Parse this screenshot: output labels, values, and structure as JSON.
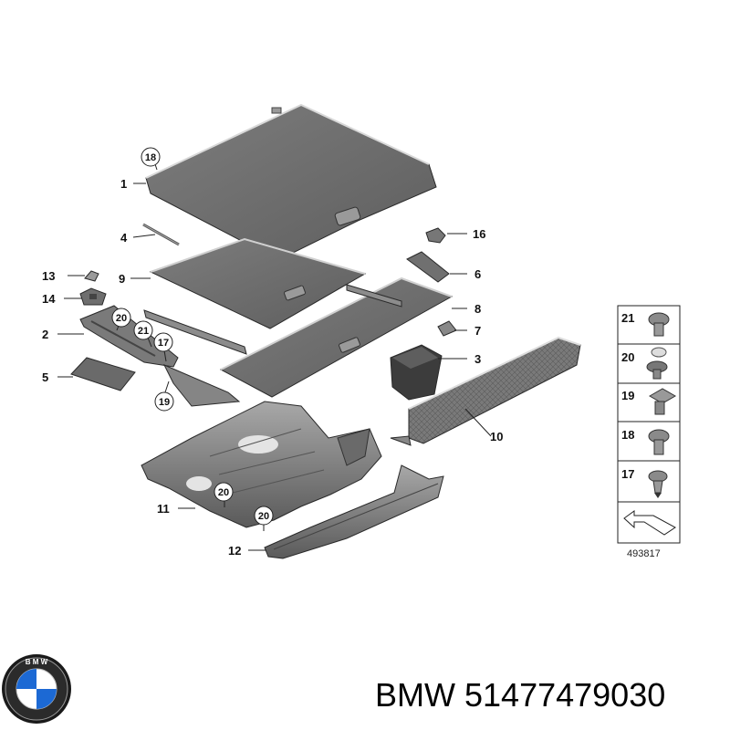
{
  "callouts": {
    "c1": "1",
    "c2": "2",
    "c3": "3",
    "c4": "4",
    "c5": "5",
    "c6": "6",
    "c7": "7",
    "c8": "8",
    "c9": "9",
    "c10": "10",
    "c11": "11",
    "c12": "12",
    "c13": "13",
    "c14": "14",
    "c16": "16",
    "circ18": "18",
    "circ20a": "20",
    "circ21": "21",
    "circ17": "17",
    "circ19": "19",
    "circ20b": "20",
    "circ20c": "20"
  },
  "fasteners": [
    {
      "label": "21",
      "icon": "bolt-icon"
    },
    {
      "label": "20",
      "icon": "expanding-rivet-icon"
    },
    {
      "label": "19",
      "icon": "square-clip-icon"
    },
    {
      "label": "18",
      "icon": "bolt-icon"
    },
    {
      "label": "17",
      "icon": "push-rivet-icon"
    }
  ],
  "diagram_number": "493817",
  "caption": {
    "brand": "BMW",
    "part_number": "51477479030"
  },
  "colors": {
    "panel": "#6f6f6f",
    "panel_light": "#8a8a8a",
    "panel_edge": "#cfcfcf",
    "bmw_blue": "#1c69d4"
  }
}
